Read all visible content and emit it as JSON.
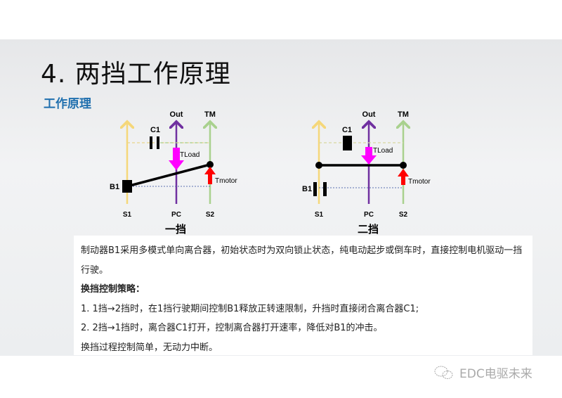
{
  "title": "4. 两挡工作原理",
  "subtitle": "工作原理",
  "diagrams": [
    {
      "caption": "一挡",
      "top_labels": [
        "Out",
        "TM"
      ],
      "bottom_labels": [
        "S1",
        "PC",
        "S2"
      ],
      "c1": "C1",
      "b1": "B1",
      "tload": "TLoad",
      "tmotor": "Tmotor"
    },
    {
      "caption": "二挡",
      "top_labels": [
        "Out",
        "TM"
      ],
      "bottom_labels": [
        "S1",
        "PC",
        "S2"
      ],
      "c1": "C1",
      "b1": "B1",
      "tload": "TLoad",
      "tmotor": "Tmotor"
    }
  ],
  "text": {
    "intro": "制动器B1采用多模式单向离合器，初始状态时为双向锁止状态，纯电动起步或倒车时，直接控制电机驱动一挡行驶。",
    "heading": "换挡控制策略：",
    "items": [
      "1.   1挡→2挡时，在1挡行驶期间控制B1释放正转速限制，升挡时直接闭合离合器C1;",
      "2.   2挡→1挡时，离合器C1打开，控制离合器打开速率，降低对B1的冲击。"
    ],
    "closing": "换挡过程控制简单，无动力中断。"
  },
  "watermark": "EDC电驱未来",
  "colors": {
    "s1": "#f5d77a",
    "pc": "#7030a0",
    "s2": "#a9d18e",
    "tload": "#ff00ff",
    "tmotor": "#ff0000",
    "accent": "#1f6fae"
  }
}
